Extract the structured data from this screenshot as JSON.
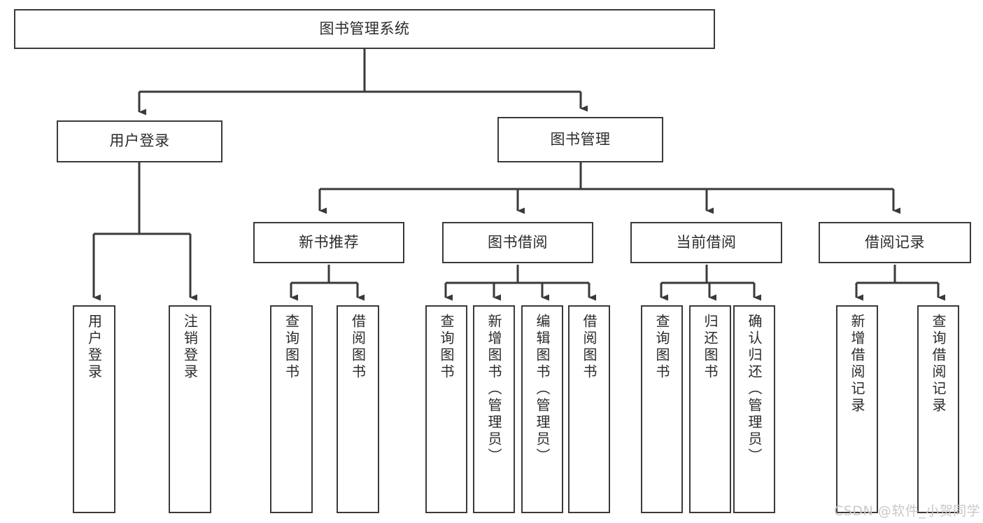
{
  "diagram": {
    "title": "图书管理系统",
    "type": "hierarchy-tree",
    "watermark": "CSDN @软件_小贺同学",
    "colors": {
      "stroke": "#3a3a3a",
      "box_fill": "#ffffff",
      "text": "#2b2b2b",
      "watermark": "#c9c9c9",
      "background": "#ffffff"
    },
    "nodes": {
      "root": {
        "label": "图书管理系统",
        "level": 1,
        "orientation": "horizontal"
      },
      "l2": [
        {
          "label": "用户登录",
          "orientation": "horizontal"
        },
        {
          "label": "图书管理",
          "orientation": "horizontal"
        }
      ],
      "l3": [
        {
          "label": "新书推荐",
          "orientation": "horizontal"
        },
        {
          "label": "图书借阅",
          "orientation": "horizontal"
        },
        {
          "label": "当前借阅",
          "orientation": "horizontal"
        },
        {
          "label": "借阅记录",
          "orientation": "horizontal"
        }
      ],
      "leaves": [
        {
          "label": "用户登录",
          "parent": "用户登录",
          "orientation": "vertical"
        },
        {
          "label": "注销登录",
          "parent": "用户登录",
          "orientation": "vertical"
        },
        {
          "label": "查询图书",
          "parent": "新书推荐",
          "orientation": "vertical"
        },
        {
          "label": "借阅图书",
          "parent": "新书推荐",
          "orientation": "vertical"
        },
        {
          "label": "查询图书",
          "parent": "图书借阅",
          "orientation": "vertical"
        },
        {
          "label": "新增图书（管理员）",
          "parent": "图书借阅",
          "orientation": "vertical"
        },
        {
          "label": "编辑图书（管理员）",
          "parent": "图书借阅",
          "orientation": "vertical"
        },
        {
          "label": "借阅图书",
          "parent": "图书借阅",
          "orientation": "vertical"
        },
        {
          "label": "查询图书",
          "parent": "当前借阅",
          "orientation": "vertical"
        },
        {
          "label": "归还图书",
          "parent": "当前借阅",
          "orientation": "vertical"
        },
        {
          "label": "确认归还（管理员）",
          "parent": "当前借阅",
          "orientation": "vertical"
        },
        {
          "label": "新增借阅记录",
          "parent": "借阅记录",
          "orientation": "vertical"
        },
        {
          "label": "查询借阅记录",
          "parent": "借阅记录",
          "orientation": "vertical"
        }
      ]
    }
  }
}
